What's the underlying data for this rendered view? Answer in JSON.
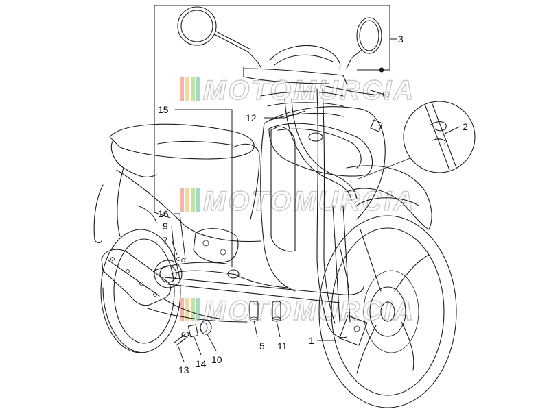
{
  "watermark": {
    "text": "MOTOMURCIA",
    "colors": [
      "#f3b5a6",
      "#f4d99a",
      "#bfe3a8",
      "#a9d6c8"
    ]
  },
  "callouts": {
    "c1": "1",
    "c2": "2",
    "c3": "3",
    "c5": "5",
    "c7": "7",
    "c9": "9",
    "c10": "10",
    "c11": "11",
    "c12": "12",
    "c13": "13",
    "c14": "14",
    "c15": "15",
    "c16": "16"
  },
  "colors": {
    "stroke": "#1a1a1a",
    "background": "#ffffff"
  }
}
